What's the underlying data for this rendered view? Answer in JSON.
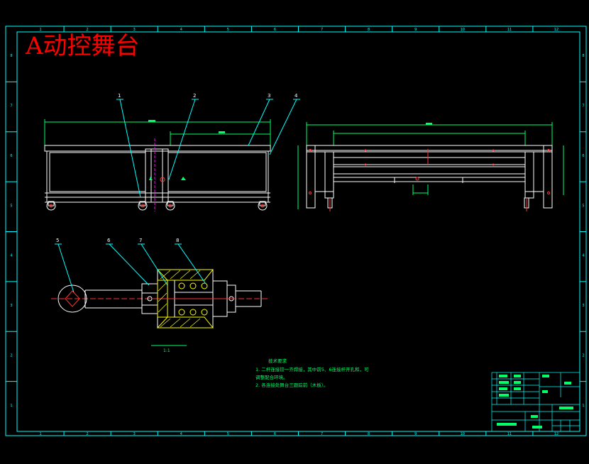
{
  "drawing_title": "A动控舞台",
  "border_columns": [
    "1",
    "2",
    "3",
    "4",
    "5",
    "6",
    "7",
    "8",
    "9",
    "10",
    "11",
    "12"
  ],
  "border_rows": [
    "8",
    "7",
    "6",
    "5",
    "4",
    "3",
    "2",
    "1"
  ],
  "part_balloons": {
    "front_view": [
      "1",
      "2",
      "3",
      "4"
    ],
    "detail_view": [
      "5",
      "6",
      "7",
      "8"
    ]
  },
  "scale_label": "1:1",
  "technical_requirements": {
    "heading": "技术要求",
    "lines": [
      "1. 二杆连接铰一齐焊接，其中前5、6连接杆开孔和，可",
      "调整配合环境。",
      "2. 各连接处舞台三跟踪前（木板）。"
    ]
  },
  "colors": {
    "border": "#00ffff",
    "geometry": "#ffffff",
    "title": "#ff0000",
    "dimension": "#00ff66",
    "center_line": "#ff3333",
    "hatch": "#ffff00",
    "leader": "#00ffff",
    "highlight": "#ff00ff"
  }
}
